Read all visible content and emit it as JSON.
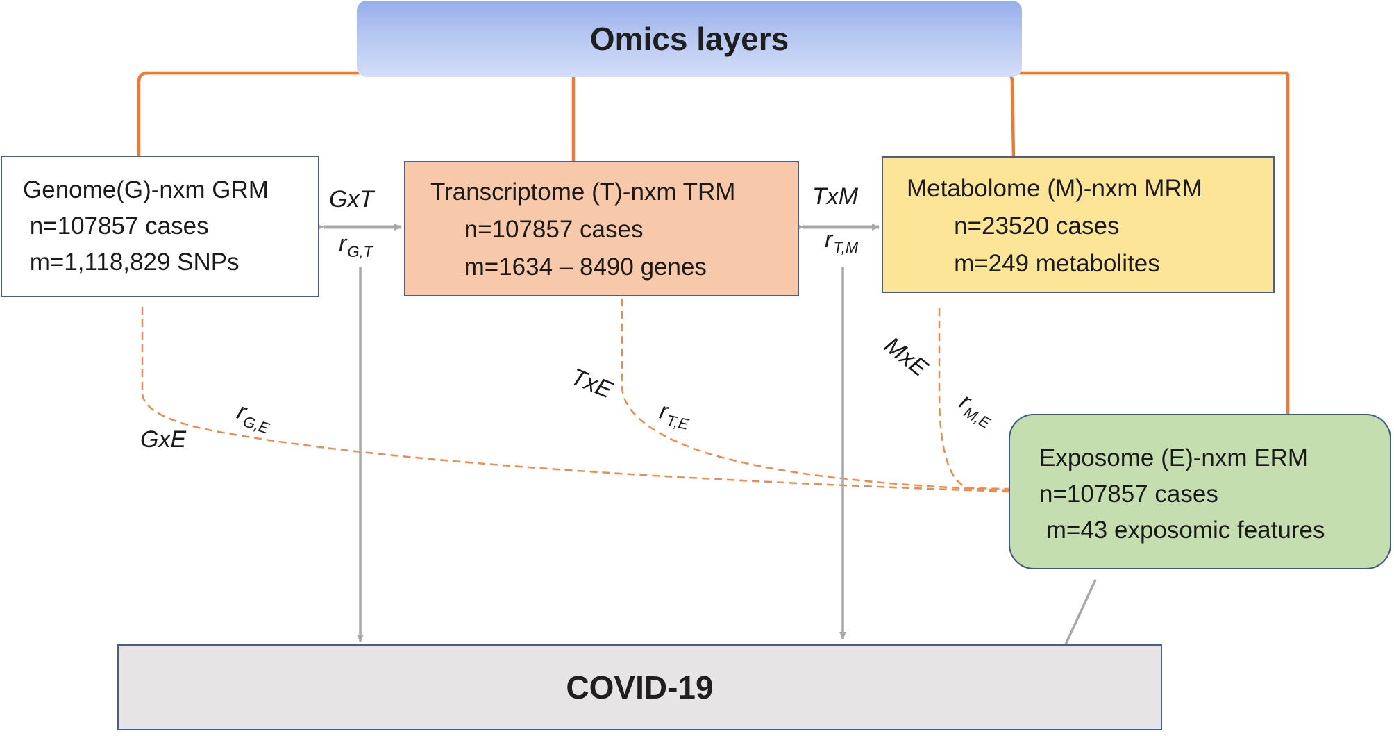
{
  "header": {
    "title": "Omics layers"
  },
  "nodes": {
    "genome": {
      "lines": [
        "Genome(G)-nxm GRM",
        " n=107857 cases",
        " m=1,118,829 SNPs"
      ]
    },
    "transcriptome": {
      "lines": [
        "Transcriptome (T)-nxm TRM",
        "     n=107857 cases",
        "     m=1634 – 8490 genes"
      ]
    },
    "metabolome": {
      "lines": [
        "Metabolome (M)-nxm MRM",
        "       n=23520 cases",
        "       m=249 metabolites"
      ]
    },
    "exposome": {
      "lines": [
        "Exposome (E)-nxm ERM",
        "n=107857 cases",
        " m=43 exposomic features"
      ]
    },
    "outcome": {
      "title": "COVID-19"
    }
  },
  "edges": {
    "gxt": {
      "label": "GxT",
      "r": "r",
      "sub": "G,T"
    },
    "txm": {
      "label": "TxM",
      "r": "r",
      "sub": "T,M"
    },
    "gxe": {
      "label": "GxE",
      "r": "r",
      "sub": "G,E"
    },
    "txe": {
      "label": "TxE",
      "r": "r",
      "sub": "T,E"
    },
    "mxe": {
      "label": "MxE",
      "r": "r",
      "sub": "M,E"
    }
  },
  "colors": {
    "omics_connector": "#ec7a34",
    "interaction_dashed": "#ef8a4a",
    "arrow_gray": "#a8a8a8",
    "box_border": "#4a5d8c"
  }
}
